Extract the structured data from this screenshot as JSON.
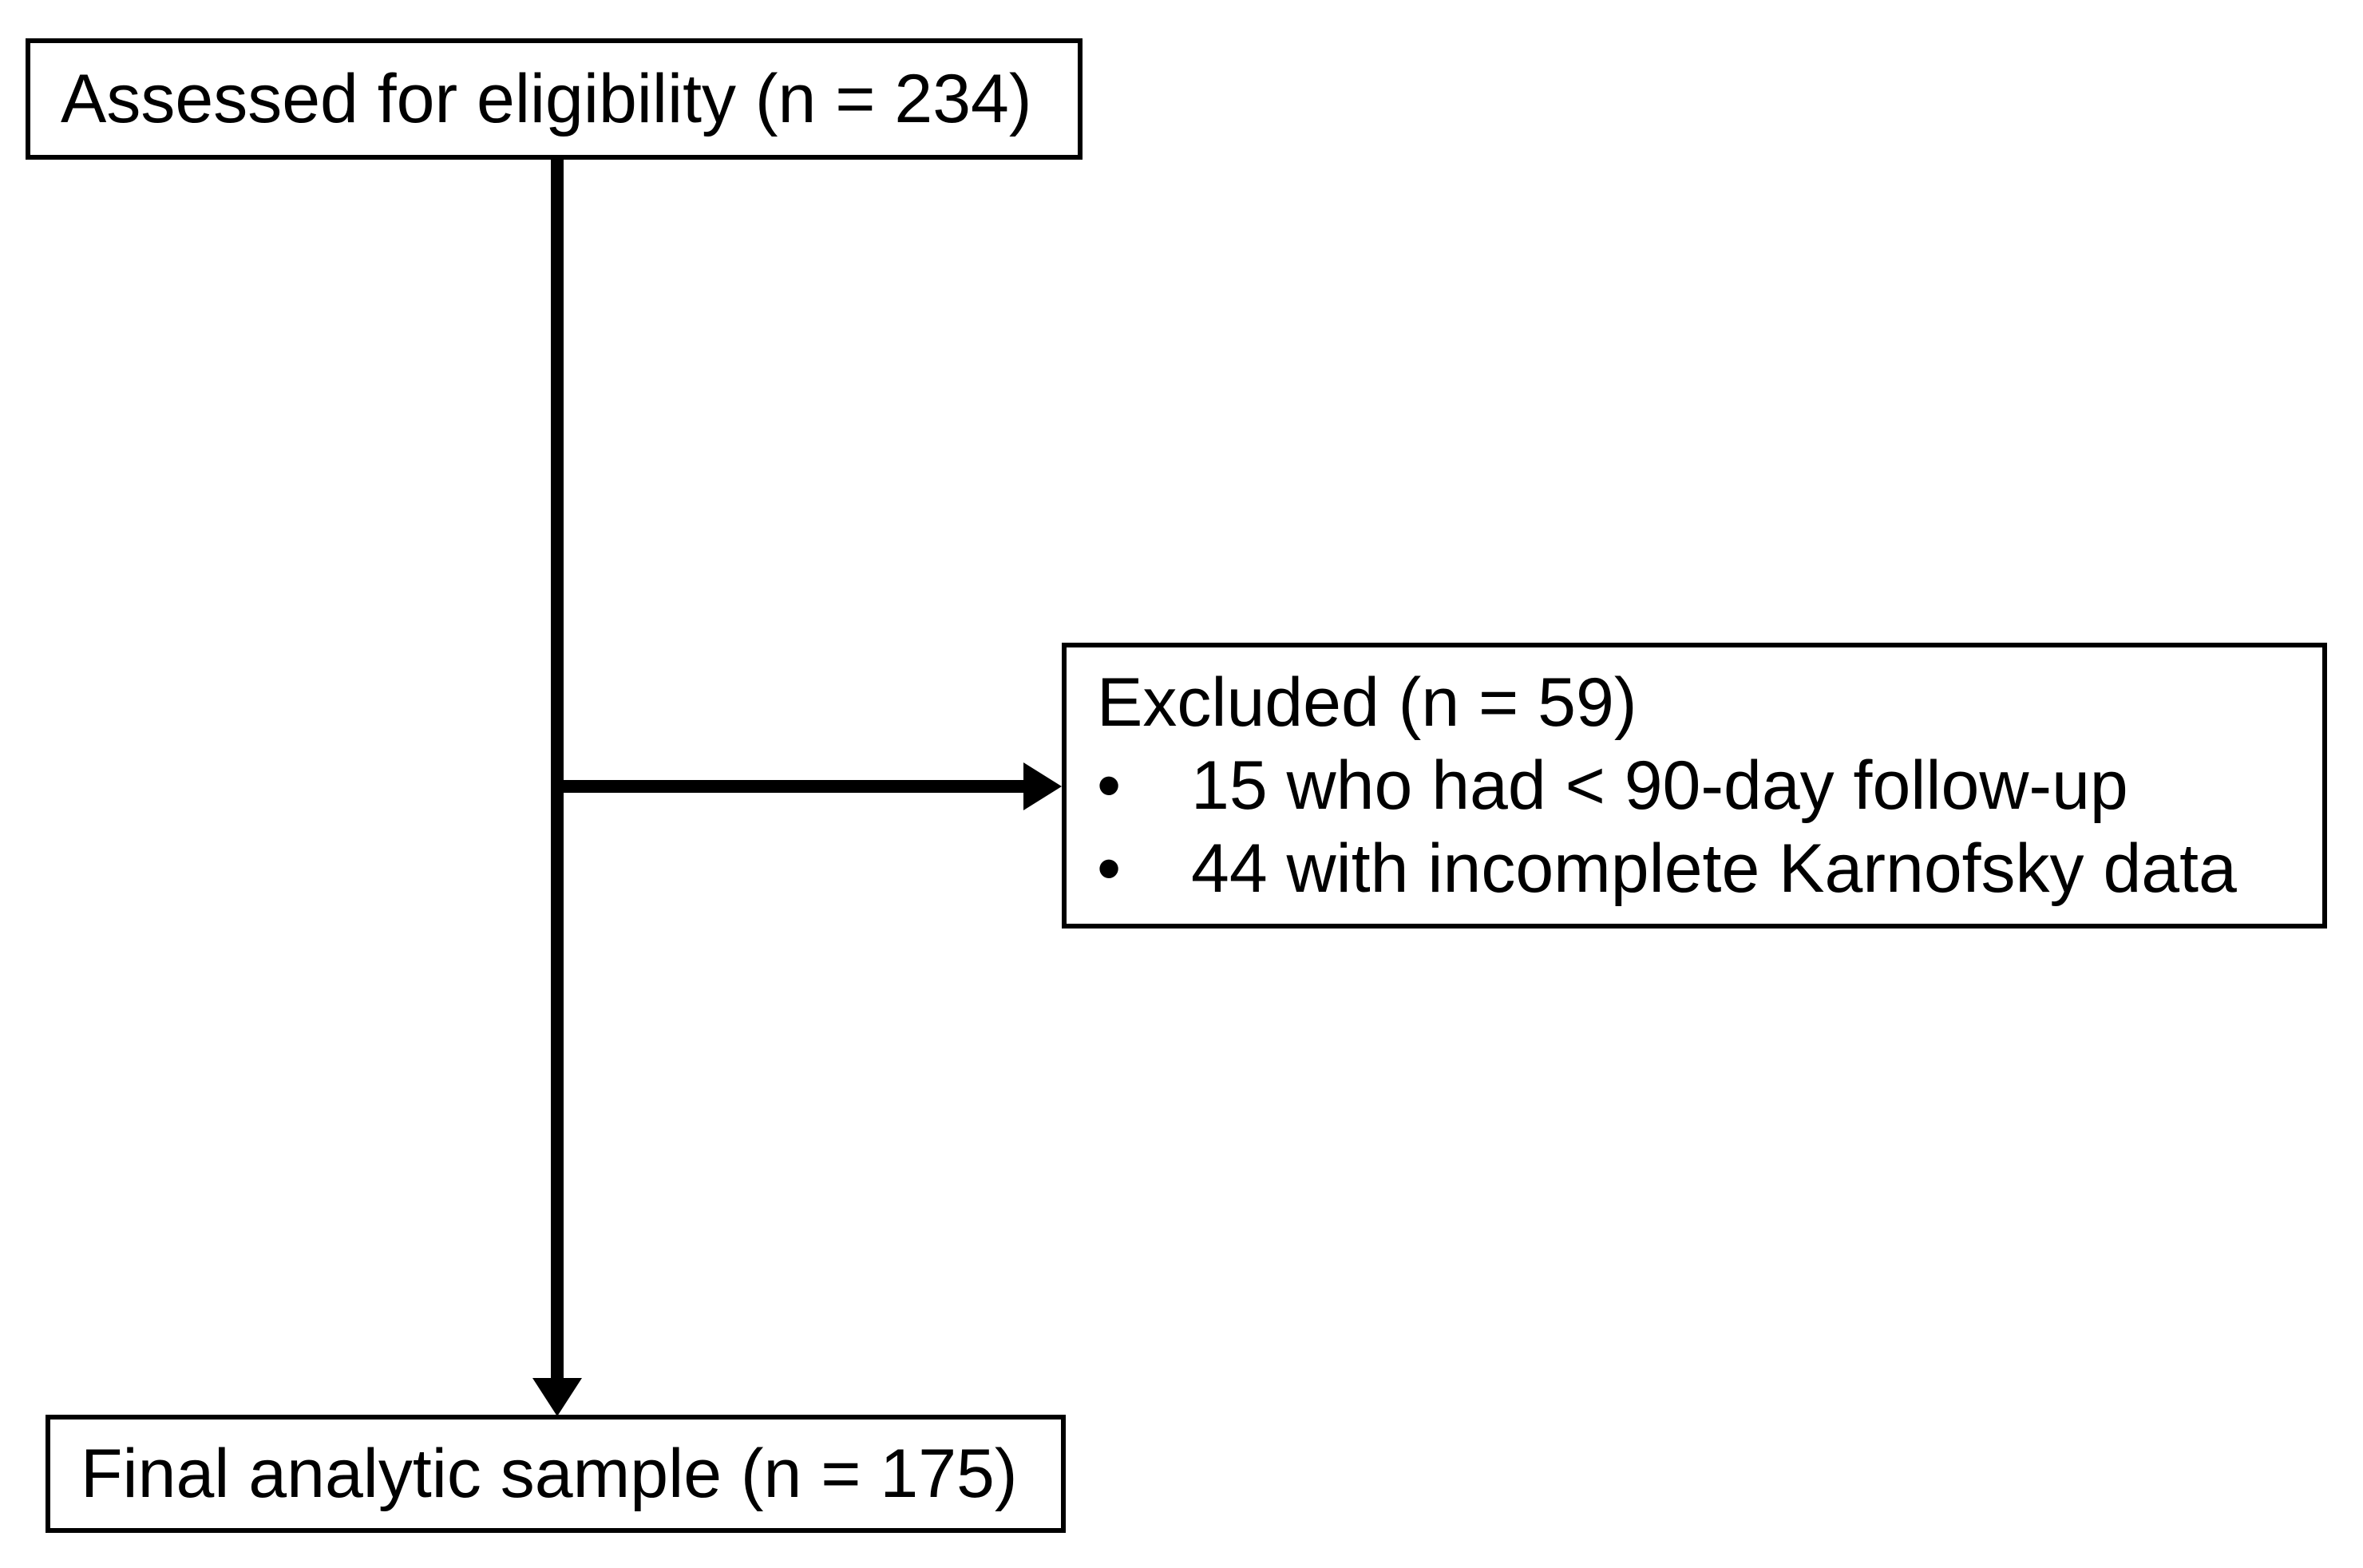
{
  "figure": {
    "type": "participant-flow-diagram",
    "boxes": {
      "assessed": {
        "label": "Assessed for eligibility (n = 234)"
      },
      "excluded": {
        "title": "Excluded (n = 59)",
        "bullet_glyph": "•",
        "bullets": [
          "15 who had < 90-day follow-up",
          "44 with incomplete Karnofsky data"
        ]
      },
      "final": {
        "label": "Final analytic sample (n = 175)"
      }
    },
    "colors": {
      "line": "#000000",
      "box_border": "#000000",
      "text": "#000000",
      "background": "#ffffff"
    }
  }
}
